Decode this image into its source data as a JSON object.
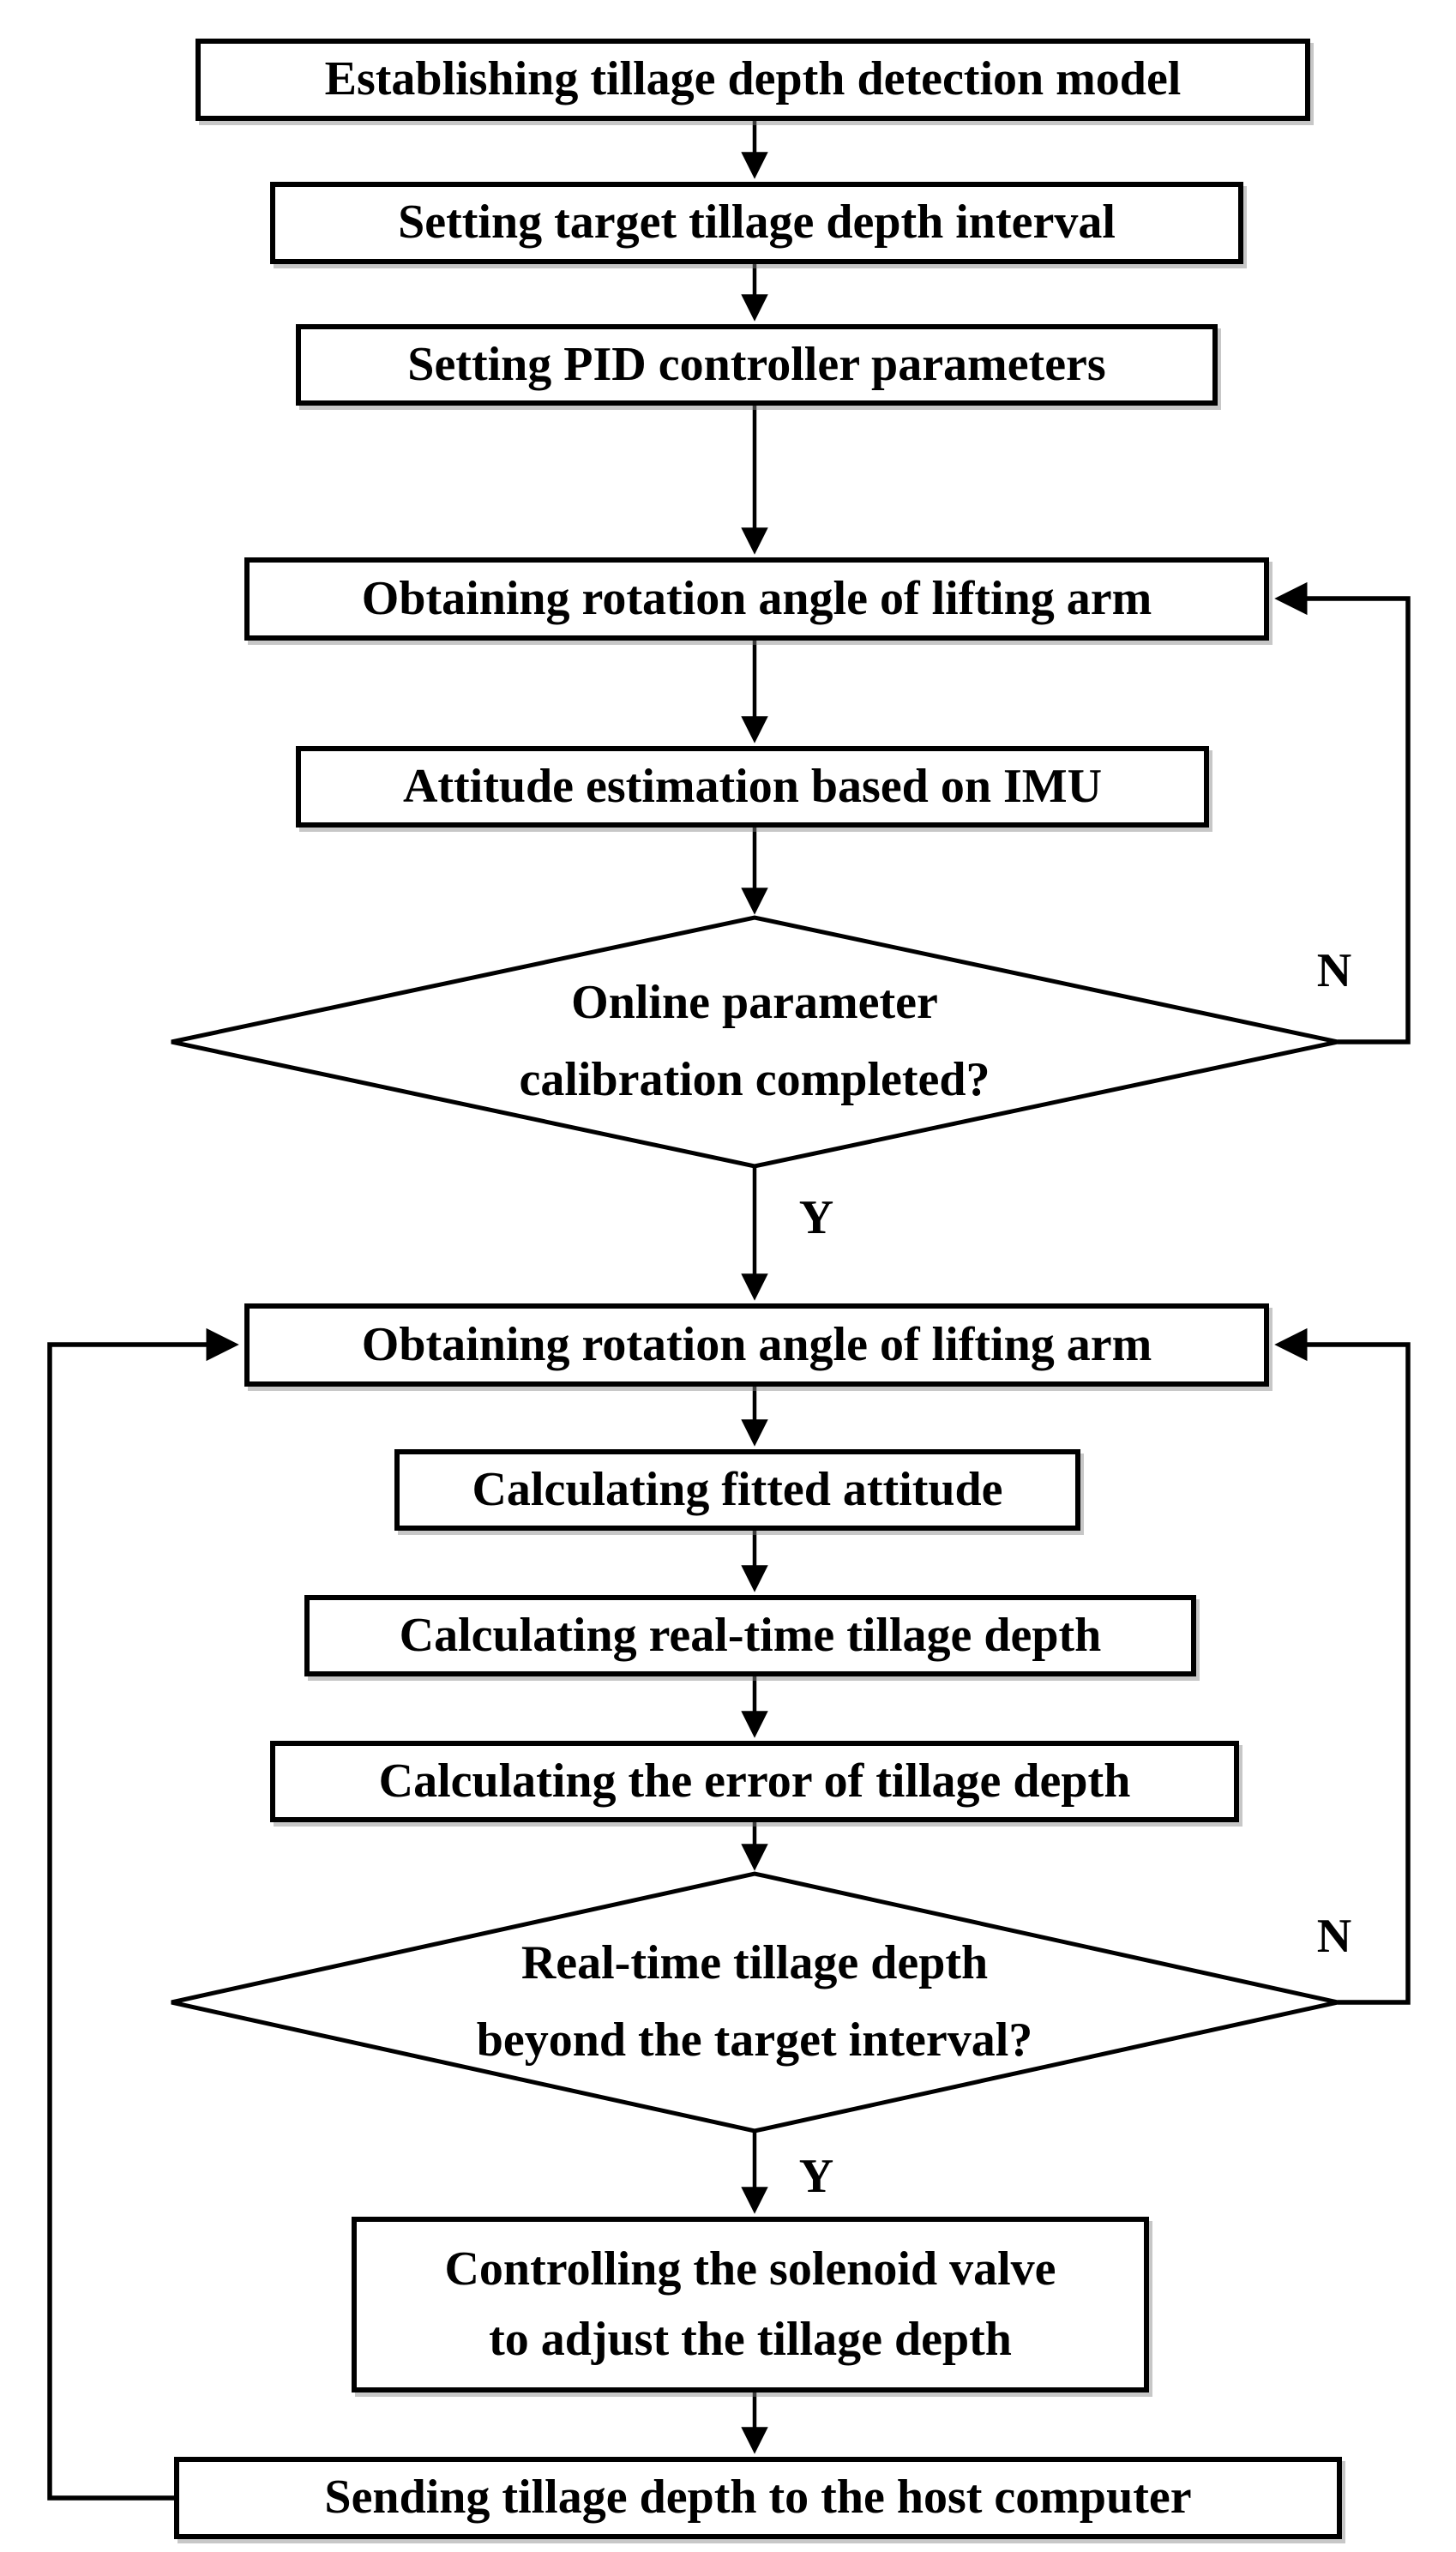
{
  "diagram": {
    "type": "flowchart",
    "background": "#ffffff",
    "stroke_color": "#000000",
    "text_color": "#000000",
    "branch_labels": {
      "yes": "Y",
      "no": "N"
    },
    "steps": {
      "establish_model": {
        "label": "Establishing tillage depth detection model"
      },
      "set_target_interval": {
        "label": "Setting target tillage depth interval"
      },
      "set_pid_parameters": {
        "label": "Setting PID controller parameters"
      },
      "obtain_rotation_angle_1": {
        "label": "Obtaining rotation angle of lifting arm"
      },
      "attitude_estimation": {
        "label": "Attitude estimation based on IMU"
      },
      "obtain_rotation_angle_2": {
        "label": "Obtaining rotation angle of lifting arm"
      },
      "calc_fitted_attitude": {
        "label": "Calculating fitted attitude"
      },
      "calc_realtime_depth": {
        "label": "Calculating real-time tillage depth"
      },
      "calc_depth_error": {
        "label": "Calculating the error of tillage depth"
      },
      "control_solenoid_valve": {
        "line1": "Controlling the solenoid valve",
        "line2": "to adjust the tillage depth"
      },
      "send_depth_to_host": {
        "label": "Sending tillage depth to the host computer"
      }
    },
    "decisions": {
      "calibration_completed": {
        "line1": "Online parameter",
        "line2": "calibration completed?"
      },
      "depth_beyond_interval": {
        "line1": "Real-time tillage depth",
        "line2": "beyond the target interval?"
      }
    }
  }
}
